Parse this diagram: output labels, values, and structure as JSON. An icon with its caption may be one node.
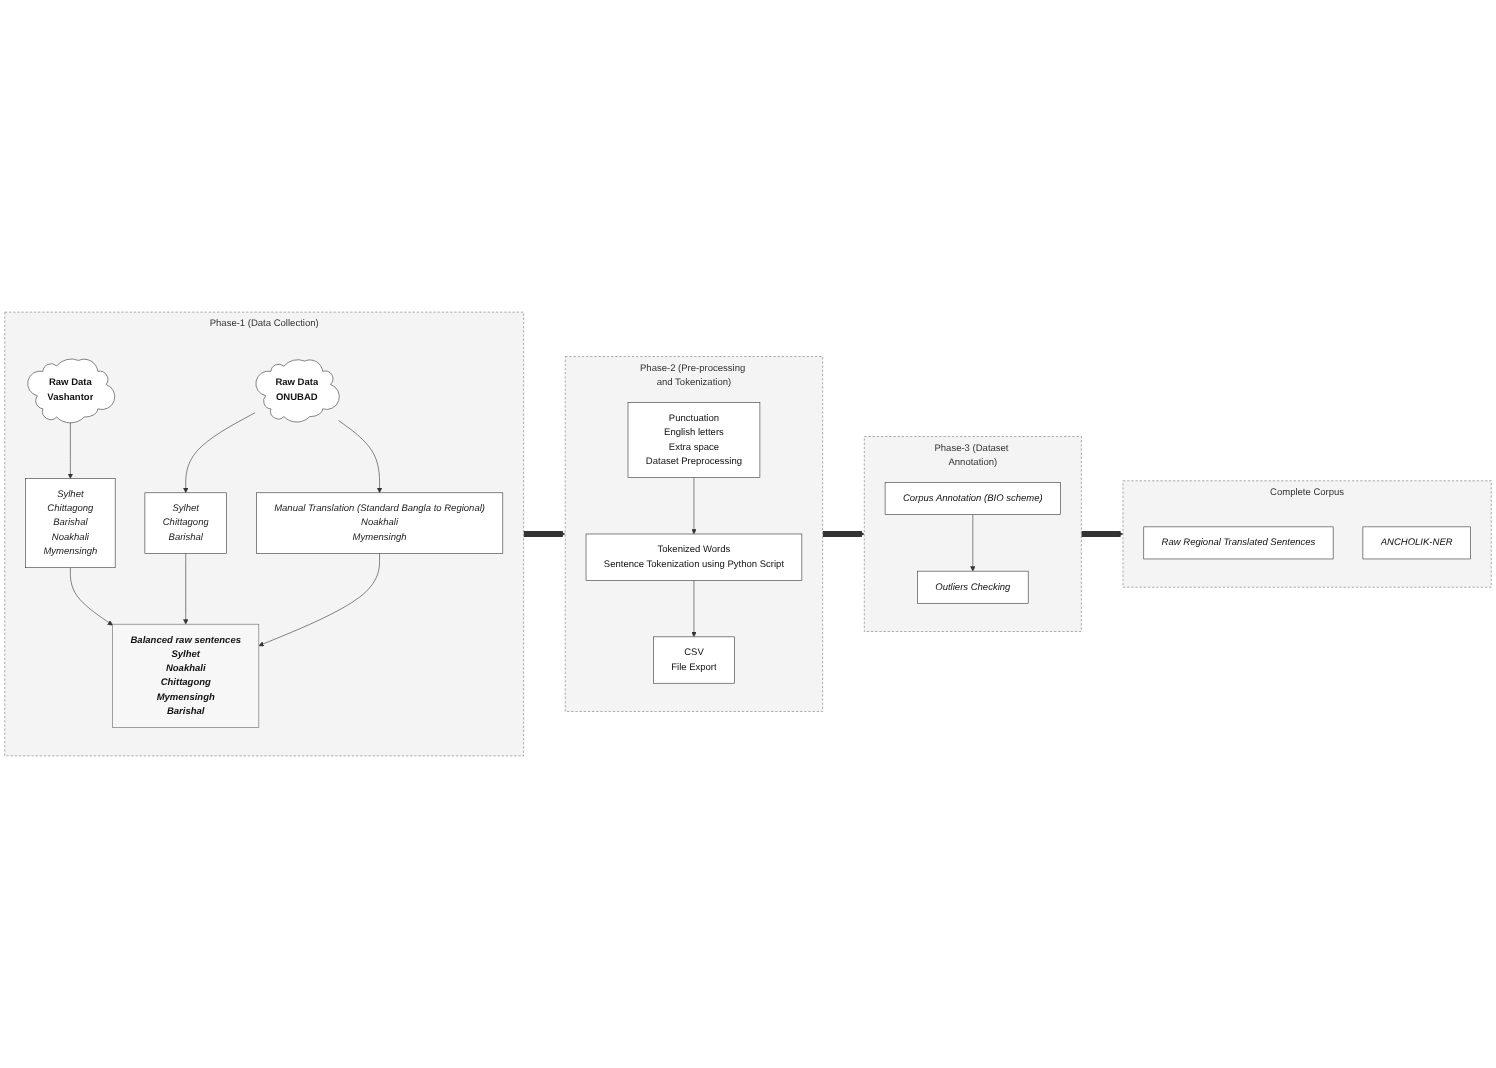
{
  "diagram": {
    "nodes": [
      {
        "text": [
          "Phase-1 (Data Collection)"
        ]
      },
      {
        "text": [
          "Raw Data",
          "Vashantor"
        ],
        "in": 0
      },
      {
        "text": [
          "Raw Data",
          "ONUBAD"
        ],
        "in": 0
      },
      {
        "text": [
          "Sylhet",
          "Chittagong",
          "Barishal",
          "Noakhali",
          "Mymensingh"
        ],
        "in": 0
      },
      {
        "text": [
          "Sylhet",
          "Chittagong",
          "Barishal"
        ],
        "in": 0
      },
      {
        "text": [
          "Manual Translation (Standard Bangla to Regional)",
          "Noakhali",
          "Mymensingh"
        ],
        "in": 0
      },
      {
        "text": [
          "Balanced raw sentences",
          "Sylhet",
          "Noakhali",
          "Chittagong",
          "Mymensingh",
          "Barishal"
        ],
        "in": 0
      },
      {
        "text": [
          "Phase-2 (Pre-processing and Tokenization)"
        ]
      },
      {
        "text": [
          "Punctuation",
          "English letters",
          "Extra space",
          "Dataset Preprocessing"
        ],
        "in": 7
      },
      {
        "text": [
          "Tokenized Words",
          "Sentence Tokenization using Python Script"
        ],
        "in": 7
      },
      {
        "text": [
          "CSV",
          "File Export"
        ],
        "in": 7
      },
      {
        "text": [
          "Phase-3 (Dataset Annotation)"
        ]
      },
      {
        "text": [
          "Corpus Annotation (BIO scheme)"
        ],
        "in": 11
      },
      {
        "text": [
          "Outliers Checking"
        ],
        "in": 11
      },
      {
        "text": [
          "Complete Corpus"
        ]
      },
      {
        "text": [
          "Raw Regional Translated Sentences"
        ],
        "in": 14
      },
      {
        "text": [
          "ANCHOLIK-NER"
        ],
        "in": 14
      }
    ],
    "edges": [
      {
        "from": 1,
        "to": 3,
        "arrow": "to"
      },
      {
        "from": 2,
        "to": 4,
        "arrow": "to"
      },
      {
        "from": 2,
        "to": 5,
        "arrow": "to"
      },
      {
        "from": 3,
        "to": 6,
        "arrow": "to"
      },
      {
        "from": 4,
        "to": 6,
        "arrow": "to"
      },
      {
        "from": 5,
        "to": 6,
        "arrow": "to"
      },
      {
        "from": 0,
        "to": 7,
        "arrow": "to",
        "style": "thick"
      },
      {
        "from": 8,
        "to": 9,
        "arrow": "to"
      },
      {
        "from": 9,
        "to": 10,
        "arrow": "to"
      },
      {
        "from": 7,
        "to": 11,
        "arrow": "to",
        "style": "thick"
      },
      {
        "from": 12,
        "to": 13,
        "arrow": "to"
      },
      {
        "from": 11,
        "to": 14,
        "arrow": "to",
        "style": "thick"
      }
    ]
  }
}
